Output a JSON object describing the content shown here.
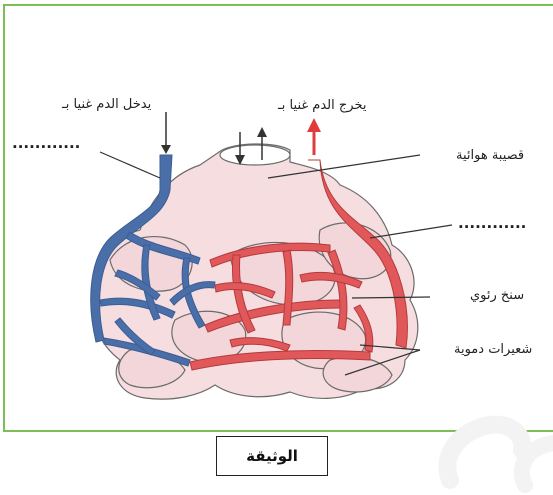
{
  "labels": {
    "blood_in": "يدخل الدم غنيا بـ",
    "blood_out": "يخرج الدم غنيا بـ",
    "bronchiole": "قصيبة هوائية",
    "alveolus": "سنخ رئوي",
    "capillaries": "شعيرات دموية"
  },
  "blanks": {
    "left_blank": "............",
    "right_blank": "............"
  },
  "caption": "الوثيقة",
  "colors": {
    "frame": "#7cbf5a",
    "vein_blue": "#4a6fa8",
    "artery_red": "#e0585a",
    "alveolus_fill": "#f5dde0",
    "arrow_red": "#e23b3b"
  }
}
